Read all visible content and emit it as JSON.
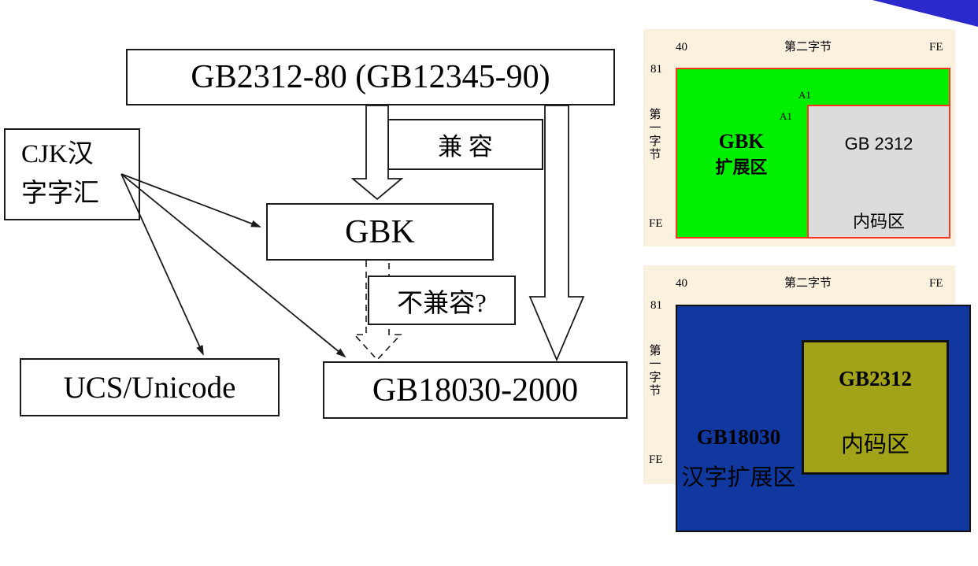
{
  "flowchart": {
    "gb2312_box": {
      "label": "GB2312-80 (GB12345-90)"
    },
    "compat_box": {
      "label": "兼 容"
    },
    "cjk_box": {
      "line1": "CJK汉",
      "line2": "字字汇"
    },
    "gbk_box": {
      "label": "GBK"
    },
    "incompat_box": {
      "label": "不兼容?"
    },
    "ucs_box": {
      "label": "UCS/Unicode"
    },
    "gb18030_box": {
      "label": "GB18030-2000"
    }
  },
  "gbk_diagram": {
    "second_byte_label": "第二字节",
    "first_byte_label": "第一字节",
    "second_byte_start": "40",
    "second_byte_end": "FE",
    "first_byte_start": "81",
    "first_byte_end": "FE",
    "a1_upper": "A1",
    "a1_lower": "A1",
    "extension_title": "GBK",
    "extension_subtitle": "扩展区",
    "inner_title": "GB 2312",
    "inner_subtitle": "内码区",
    "colors": {
      "panel": "#FBF1DF",
      "extension_fill": "#00EE00",
      "inner_fill": "#DCDCDC",
      "zone_border": "#FF3520"
    }
  },
  "gb18030_diagram": {
    "second_byte_label": "第二字节",
    "first_byte_label": "第一字节",
    "second_byte_start": "40",
    "second_byte_end": "FE",
    "first_byte_start": "81",
    "first_byte_end": "FE",
    "extension_title": "GB18030",
    "extension_subtitle": "汉字扩展区",
    "inner_title": "GB2312",
    "inner_subtitle": "内码区",
    "colors": {
      "panel": "#FBF1DF",
      "extension_fill": "#10389E",
      "inner_fill": "#A3A31A"
    }
  },
  "decoration": {
    "corner_color": "#2929CC"
  }
}
